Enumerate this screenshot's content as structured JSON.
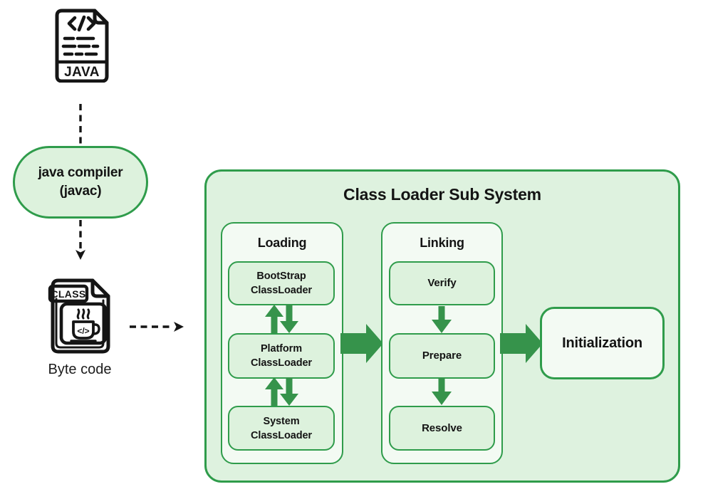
{
  "colors": {
    "green_border": "#2f9c4b",
    "green_arrow": "#36934b",
    "container_fill": "#def2df",
    "panel_fill": "#f3faf3",
    "chip_fill": "#ddf2dd",
    "ink": "#141414"
  },
  "pipeline": {
    "java_file": {
      "code_glyph": "</>",
      "label": "JAVA"
    },
    "compiler": {
      "line1": "java compiler",
      "line2": "(javac)"
    },
    "class_file": {
      "label": "CLASS",
      "code_glyph": "</>"
    },
    "byte_code_caption": "Byte code"
  },
  "subsystem": {
    "title": "Class Loader Sub System",
    "loading": {
      "title": "Loading",
      "boxes": [
        {
          "line1": "BootStrap",
          "line2": "ClassLoader"
        },
        {
          "line1": "Platform",
          "line2": "ClassLoader"
        },
        {
          "line1": "System",
          "line2": "ClassLoader"
        }
      ]
    },
    "linking": {
      "title": "Linking",
      "boxes": [
        {
          "label": "Verify"
        },
        {
          "label": "Prepare"
        },
        {
          "label": "Resolve"
        }
      ]
    },
    "initialization": {
      "label": "Initialization"
    }
  }
}
